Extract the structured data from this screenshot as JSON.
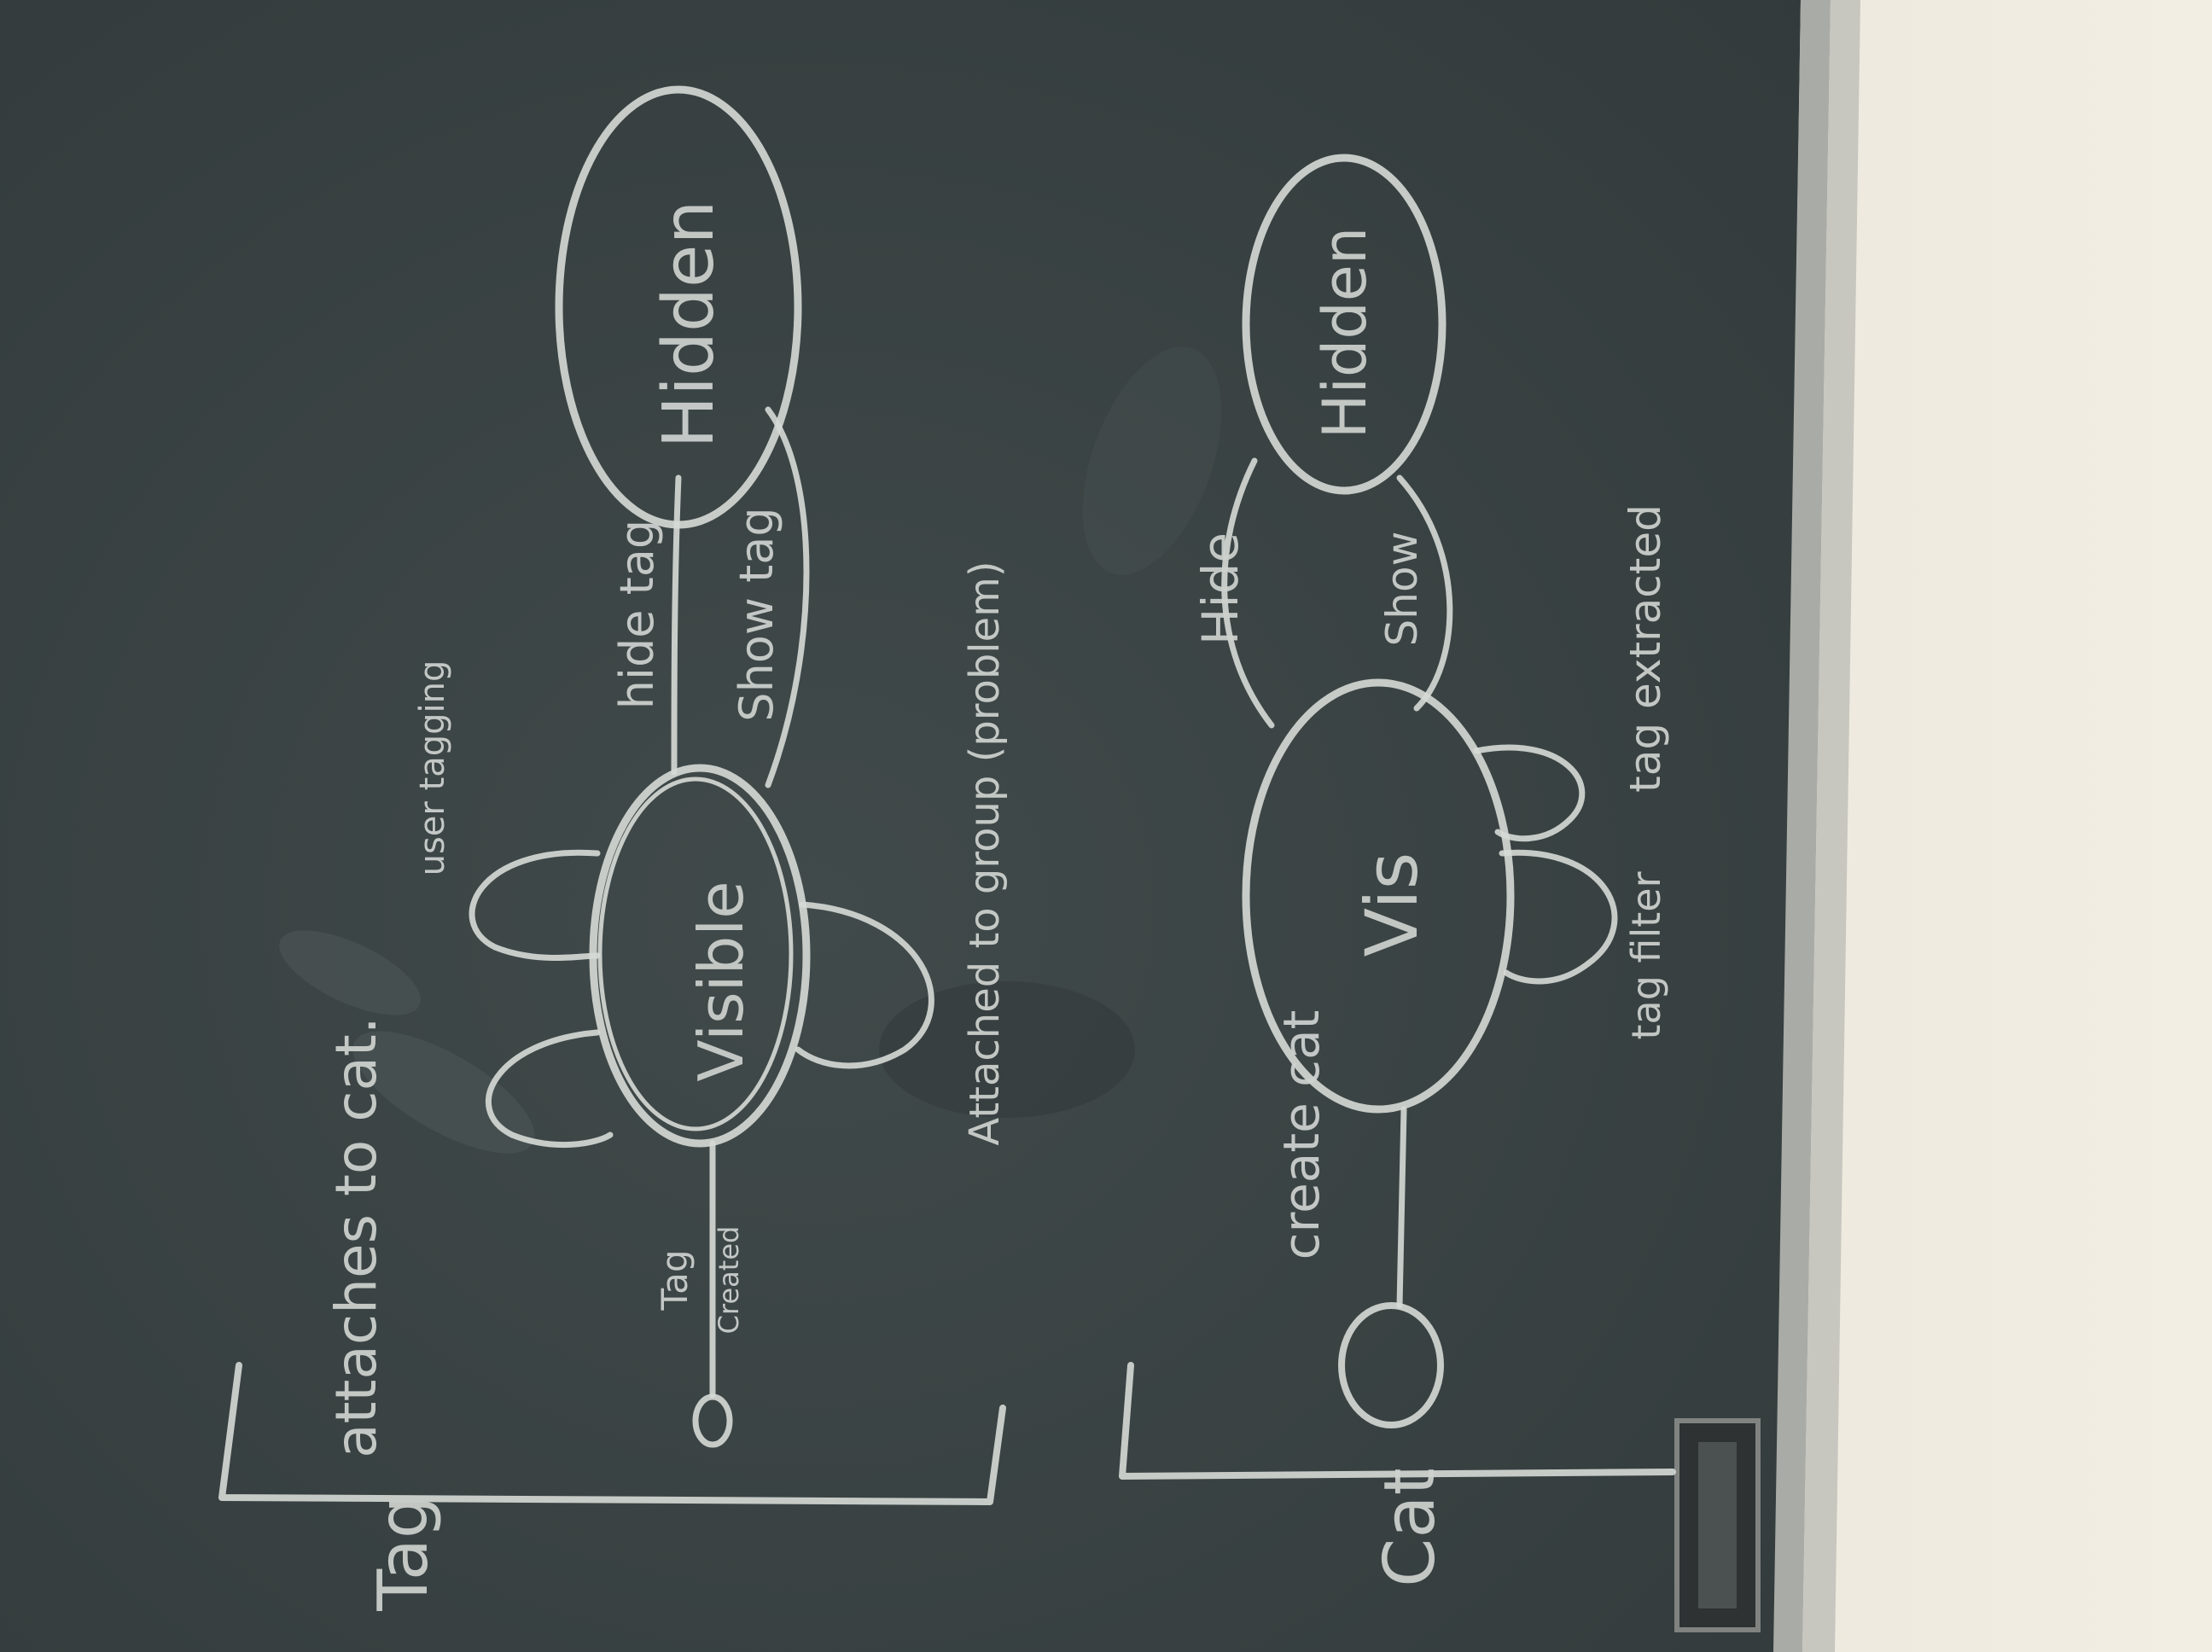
{
  "board": {
    "colors": {
      "wall": "#e8e3d6",
      "board": "#3c4444",
      "board_dark": "#323a3b",
      "frame": "#a9aba6",
      "chalk": "#d6dad6",
      "smudge": "#5a6161"
    }
  },
  "diagrams": [
    {
      "title": "Tag",
      "start_label_line1": "Tag",
      "start_label_line2": "Created",
      "states": {
        "visible": "Visible",
        "hidden": "Hidden"
      },
      "transitions": {
        "hide": "hide tag",
        "show": "Show tag",
        "loop_top": "user tagging",
        "loop_bottom": "Attached to group (problem)",
        "loop_left": "attaches to cat."
      }
    },
    {
      "title": "Cat",
      "start_label": "create cat",
      "states": {
        "visible": "Vis",
        "hidden": "Hidden"
      },
      "transitions": {
        "hide": "Hide",
        "show": "Show",
        "loop_right_1": "tag filter",
        "loop_right_2": "tag extracted"
      }
    }
  ]
}
